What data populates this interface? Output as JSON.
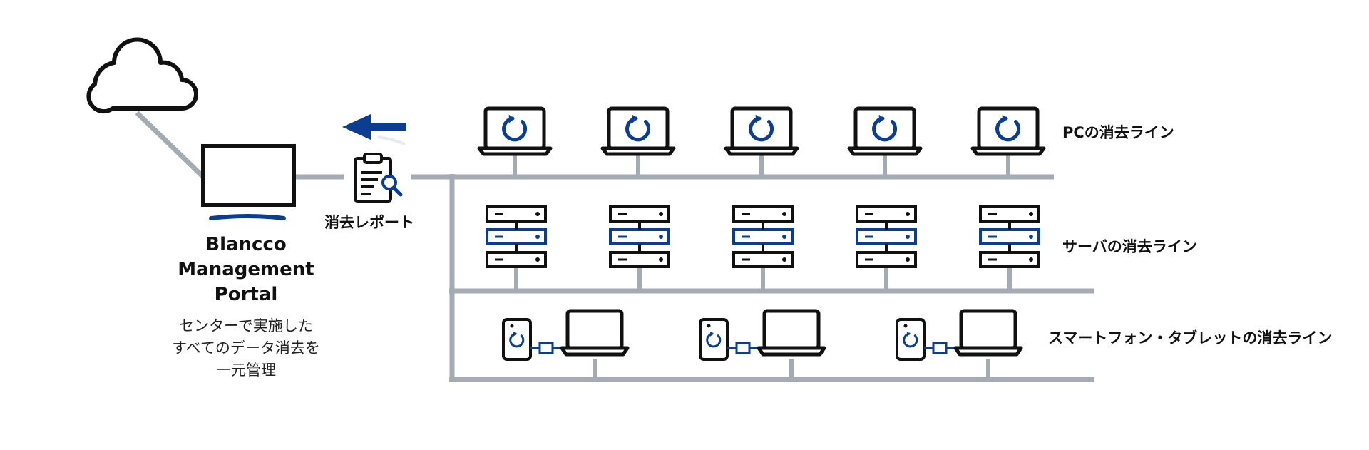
{
  "portal": {
    "title_lines": [
      "Blancco",
      "Management",
      "Portal"
    ],
    "desc_lines": [
      "センターで実施した",
      "すべてのデータ消去を",
      "一元管理"
    ]
  },
  "report": {
    "label": "消去レポート"
  },
  "lines": {
    "pc": "PCの消去ライン",
    "server": "サーバの消去ライン",
    "mobile": "スマートフォン・タブレットの消去ライン"
  },
  "colors": {
    "line": "#a4abb2",
    "accent": "#0b3d91",
    "ink": "#111111"
  },
  "icons": [
    "cloud-icon",
    "monitor-icon",
    "clipboard-search-icon",
    "arrow-left-icon",
    "laptop-refresh-icon",
    "server-rack-icon",
    "phone-refresh-icon",
    "usb-connector-icon",
    "laptop-icon"
  ]
}
